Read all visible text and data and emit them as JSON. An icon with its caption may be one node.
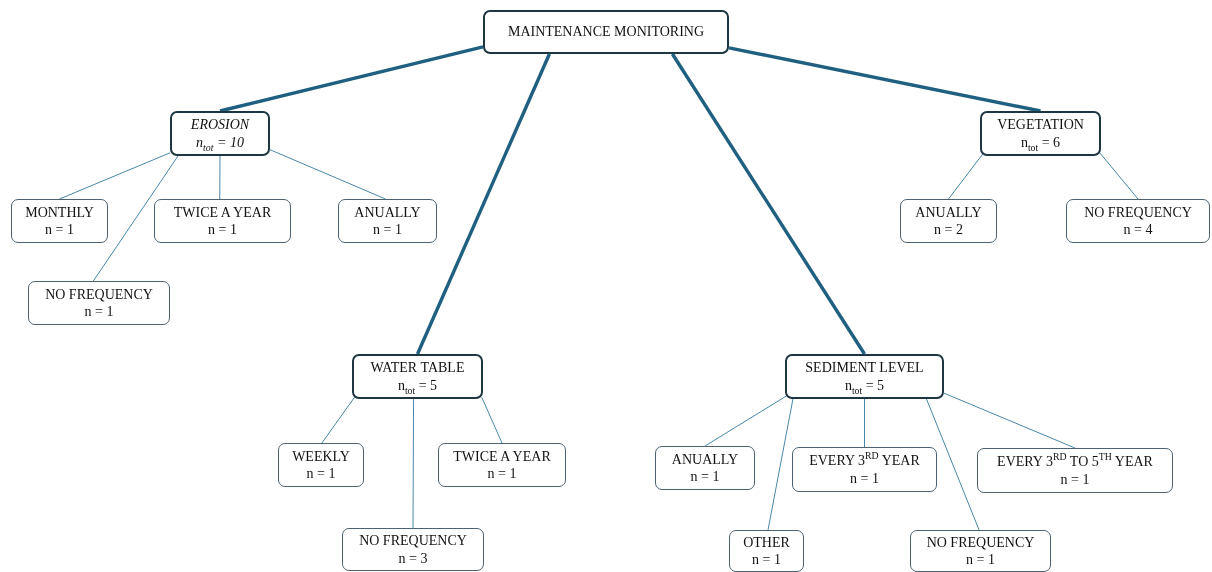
{
  "diagram": {
    "nodes": [
      {
        "text": [
          "MAINTENANCE MONITORING"
        ]
      },
      {
        "text": [
          "EROSION",
          "n$_{tot}$ = 10"
        ]
      },
      {
        "text": [
          "VEGETATION",
          "n$_{tot}$ = 6"
        ]
      },
      {
        "text": [
          "WATER TABLE",
          "n$_{tot}$ = 5"
        ]
      },
      {
        "text": [
          "SEDIMENT LEVEL",
          "n$_{tot}$ = 5"
        ]
      },
      {
        "text": [
          "MONTHLY",
          "n = 1"
        ]
      },
      {
        "text": [
          "TWICE A YEAR",
          "n = 1"
        ]
      },
      {
        "text": [
          "ANUALLY",
          "n = 1"
        ]
      },
      {
        "text": [
          "NO FREQUENCY",
          "n = 1"
        ]
      },
      {
        "text": [
          "ANUALLY",
          "n = 2"
        ]
      },
      {
        "text": [
          "NO FREQUENCY",
          "n = 4"
        ]
      },
      {
        "text": [
          "WEEKLY",
          "n = 1"
        ]
      },
      {
        "text": [
          "TWICE A YEAR",
          "n = 1"
        ]
      },
      {
        "text": [
          "NO FREQUENCY",
          "n = 3"
        ]
      },
      {
        "text": [
          "ANUALLY",
          "n = 1"
        ]
      },
      {
        "text": [
          "EVERY 3$^{RD}$ YEAR",
          "n = 1"
        ]
      },
      {
        "text": [
          "EVERY 3$^{RD}$ TO 5$^{TH}$ YEAR",
          "n = 1"
        ]
      },
      {
        "text": [
          "OTHER",
          "n = 1"
        ]
      },
      {
        "text": [
          "NO FREQUENCY",
          "n = 1"
        ]
      }
    ],
    "edges": [
      {
        "from": 0,
        "to": 1,
        "arrow": "none",
        "style": "thick",
        "color": "#1f5f80"
      },
      {
        "from": 0,
        "to": 3,
        "arrow": "none",
        "style": "thick",
        "color": "#1f5f80"
      },
      {
        "from": 0,
        "to": 4,
        "arrow": "none",
        "style": "thick",
        "color": "#1f5f80"
      },
      {
        "from": 0,
        "to": 2,
        "arrow": "none",
        "style": "thick",
        "color": "#1f5f80"
      },
      {
        "from": 1,
        "to": 5,
        "arrow": "none"
      },
      {
        "from": 1,
        "to": 8,
        "arrow": "none"
      },
      {
        "from": 1,
        "to": 6,
        "arrow": "none"
      },
      {
        "from": 1,
        "to": 7,
        "arrow": "none"
      },
      {
        "from": 2,
        "to": 9,
        "arrow": "none"
      },
      {
        "from": 2,
        "to": 10,
        "arrow": "none"
      },
      {
        "from": 3,
        "to": 11,
        "arrow": "none"
      },
      {
        "from": 3,
        "to": 13,
        "arrow": "none"
      },
      {
        "from": 3,
        "to": 12,
        "arrow": "none"
      },
      {
        "from": 4,
        "to": 14,
        "arrow": "none"
      },
      {
        "from": 4,
        "to": 17,
        "arrow": "none"
      },
      {
        "from": 4,
        "to": 15,
        "arrow": "none"
      },
      {
        "from": 4,
        "to": 18,
        "arrow": "none"
      },
      {
        "from": 4,
        "to": 16,
        "arrow": "none"
      }
    ]
  }
}
